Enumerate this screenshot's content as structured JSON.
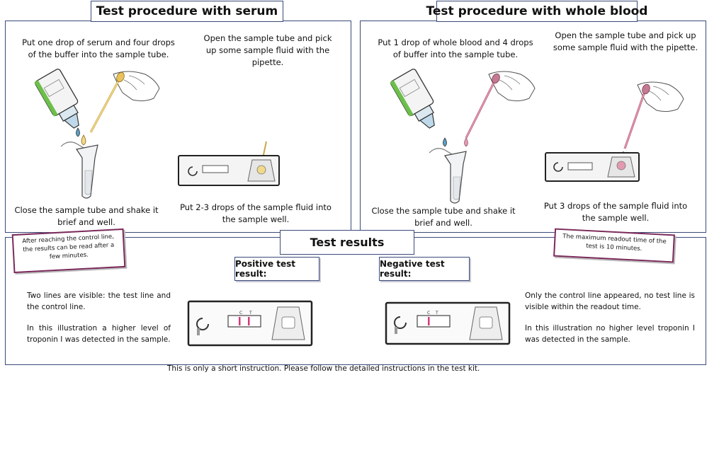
{
  "serum": {
    "title": "Test procedure with serum",
    "step1": "Put one drop of serum and four drops of the buffer into the sample tube.",
    "step2": "Open the sample tube and pick up some sample fluid with the pipette.",
    "step3": "Close the sample tube and shake it brief and well.",
    "step4": "Put 2-3 drops of the sample fluid into the sample well."
  },
  "blood": {
    "title": "Test procedure with whole blood",
    "step1": "Put 1 drop of whole blood and 4 drops of buffer into the sample tube.",
    "step2": "Open the sample tube and pick up some sample fluid with the pipette.",
    "step3": "Close the sample tube and shake it brief and well.",
    "step4": "Put 3 drops of the sample fluid into the sample well."
  },
  "results": {
    "title": "Test results",
    "note_left": "After reaching the control line, the results can be read after a few minutes.",
    "note_right": "The maximum readout time of the test is 10 minutes.",
    "positive_label": "Positive test result:",
    "negative_label": "Negative test result:",
    "positive_text1": "Two lines are visible: the test line and the control line.",
    "positive_text2": "In this illustration a higher level of troponin I was detected in the sample.",
    "negative_text1": "Only the control line appeared, no test line is visible within the readout time.",
    "negative_text2": "In this illustration no higher level troponin I was detected in the sample."
  },
  "cassette": {
    "c_label": "C",
    "t_label": "T"
  },
  "footer": "This is only a short instruction. Please follow the detailed instructions in the test kit.",
  "colors": {
    "frame": "#3b4a7a",
    "note_border": "#7b2a5a",
    "serum": "#f2d98a",
    "blood": "#e39ab0",
    "buffer": "#5aa0c8",
    "line": "#d6397a"
  }
}
